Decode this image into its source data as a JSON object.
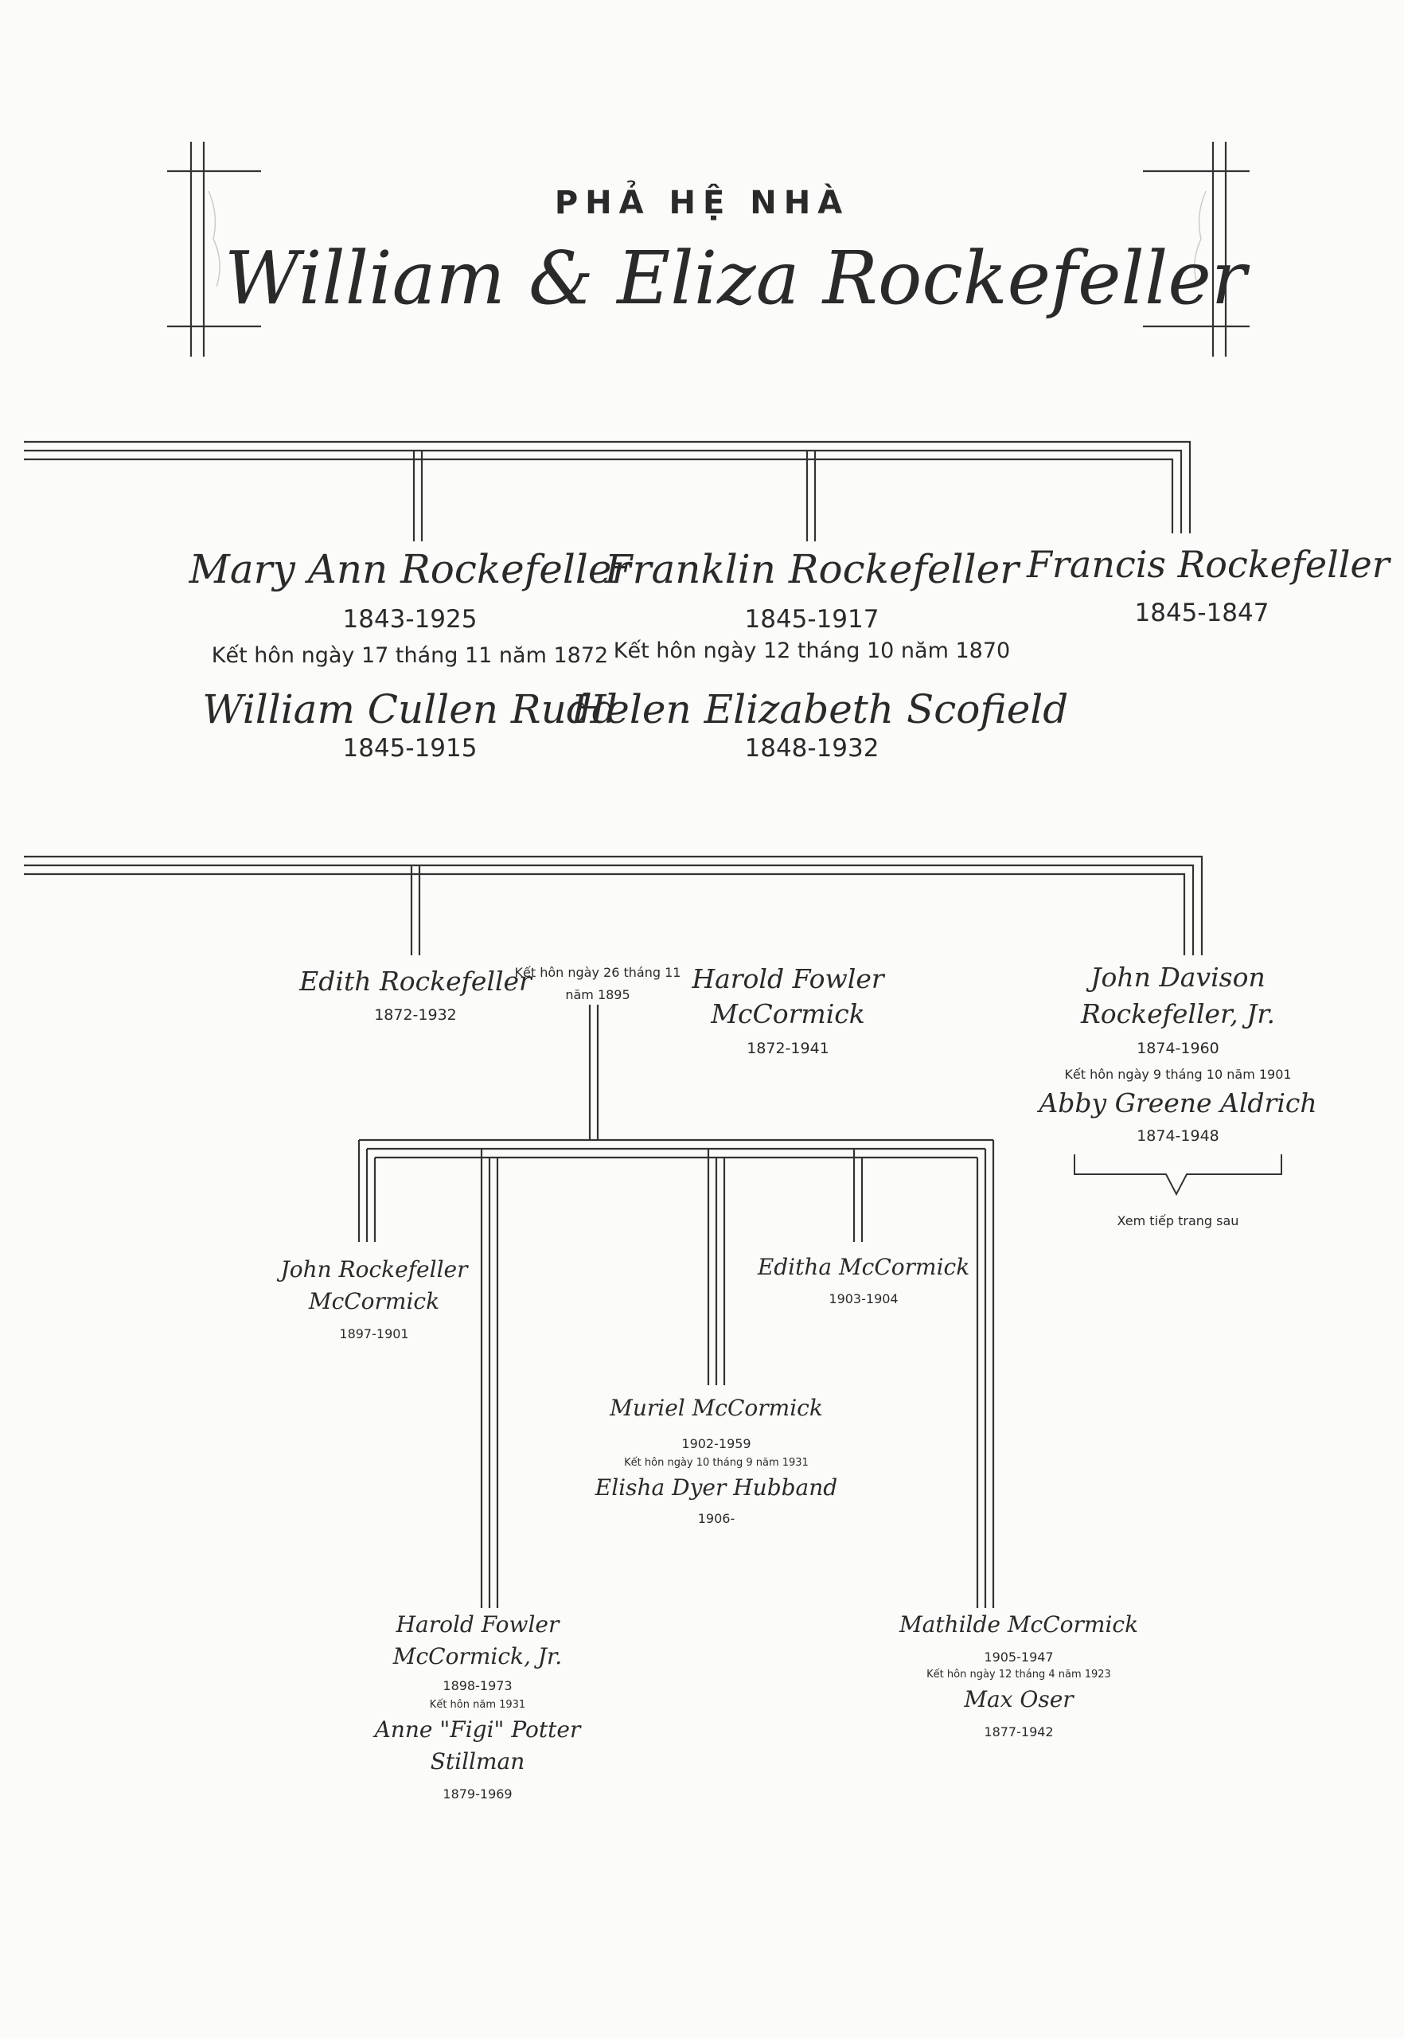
{
  "header": {
    "subtitle": "PHẢ HỆ NHÀ",
    "title": "William & Eliza Rockefeller"
  },
  "generation1": {
    "mary": {
      "name": "Mary Ann Rockefeller",
      "years": "1843-1925",
      "marriage": "Kết hôn ngày 17 tháng 11 năm 1872",
      "spouse_name": "William Cullen Rudd",
      "spouse_years": "1845-1915"
    },
    "franklin": {
      "name": "Franklin Rockefeller",
      "years": "1845-1917",
      "marriage": "Kết hôn ngày 12 tháng 10 năm 1870",
      "spouse_name": "Helen Elizabeth Scofield",
      "spouse_years": "1848-1932"
    },
    "francis": {
      "name": "Francis Rockefeller",
      "years": "1845-1847"
    }
  },
  "generation2": {
    "edith": {
      "name": "Edith Rockefeller",
      "years": "1872-1932",
      "marriage_line1": "Kết hôn ngày 26 tháng 11",
      "marriage_line2": "năm 1895"
    },
    "harold": {
      "name_line1": "Harold Fowler",
      "name_line2": "McCormick",
      "years": "1872-1941"
    },
    "john_jr": {
      "name_line1": "John Davison",
      "name_line2": "Rockefeller, Jr.",
      "years": "1874-1960",
      "marriage": "Kết hôn ngày 9 tháng 10 năm 1901",
      "spouse_name": "Abby Greene Aldrich",
      "spouse_years": "1874-1948",
      "continue_note": "Xem tiếp trang sau"
    }
  },
  "generation3": {
    "john_mccormick": {
      "name_line1": "John Rockefeller",
      "name_line2": "McCormick",
      "years": "1897-1901"
    },
    "harold_jr": {
      "name_line1": "Harold Fowler",
      "name_line2": "McCormick, Jr.",
      "years": "1898-1973",
      "marriage": "Kết hôn năm 1931",
      "spouse_line1": "Anne \"Figi\" Potter",
      "spouse_line2": "Stillman",
      "spouse_years": "1879-1969"
    },
    "muriel": {
      "name": "Muriel McCormick",
      "years": "1902-1959",
      "marriage": "Kết hôn ngày 10 tháng 9 năm 1931",
      "spouse_name": "Elisha Dyer Hubband",
      "spouse_years": "1906-"
    },
    "editha": {
      "name": "Editha McCormick",
      "years": "1903-1904"
    },
    "mathilde": {
      "name": "Mathilde McCormick",
      "years": "1905-1947",
      "marriage": "Kết hôn ngày 12 tháng 4 năm 1923",
      "spouse_name": "Max Oser",
      "spouse_years": "1877-1942"
    }
  }
}
